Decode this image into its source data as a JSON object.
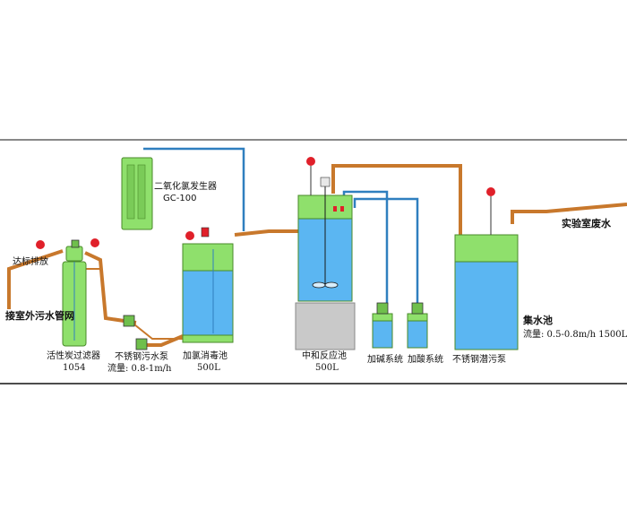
{
  "labels": {
    "discharge": "达标排放",
    "outdoor_sewer": "接室外污水管网",
    "carbon_filter": "活性炭过滤器",
    "carbon_filter_model": "1054",
    "pump1_name": "不锈钢污水泵",
    "pump1_flow": "流量: 0.8-1m/h",
    "clo2_generator": "二氧化氯发生器",
    "clo2_model": "GC-100",
    "disinfect_tank": "加氯消毒池",
    "disinfect_volume": "500L",
    "neutral_tank": "中和反应池",
    "neutral_volume": "500L",
    "alkali_system": "加碱系统",
    "acid_system": "加酸系统",
    "sub_pump": "不锈钢潜污泵",
    "collect_tank": "集水池",
    "collect_flow": "流量: 0.5-0.8m/h 1500L",
    "lab_wastewater": "实验室废水"
  },
  "colors": {
    "tank_green": "#8fe06c",
    "tank_blue": "#5bb6f2",
    "pipe_brown": "#c8782c",
    "pipe_blue": "#2f7fbf",
    "gauge_red": "#e0202a",
    "base_gray": "#c9c9c9",
    "line_black": "#111111"
  }
}
